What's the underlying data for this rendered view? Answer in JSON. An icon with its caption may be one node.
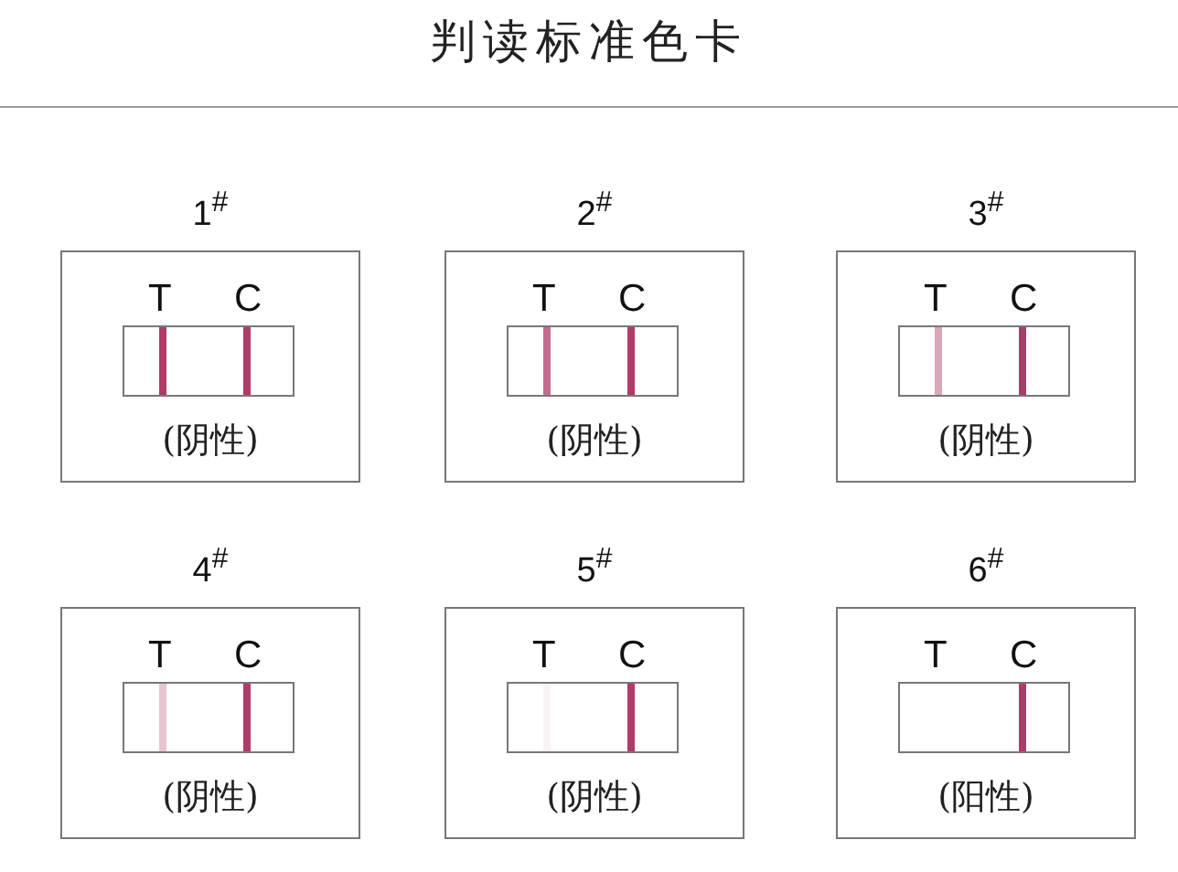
{
  "diagram": {
    "title": "判读标准色卡",
    "nodes": [
      {
        "text": [
          "1$^{#}$",
          "T",
          "C",
          "(阴性)"
        ]
      },
      {
        "text": [
          "2$^{#}$",
          "T",
          "C",
          "(阴性)"
        ]
      },
      {
        "text": [
          "3$^{#}$",
          "T",
          "C",
          "(阴性)"
        ]
      },
      {
        "text": [
          "4$^{#}$",
          "T",
          "C",
          "(阴性)"
        ]
      },
      {
        "text": [
          "5$^{#}$",
          "T",
          "C",
          "(阴性)"
        ]
      },
      {
        "text": [
          "6$^{#}$",
          "T",
          "C",
          "(阳性)"
        ]
      }
    ]
  }
}
